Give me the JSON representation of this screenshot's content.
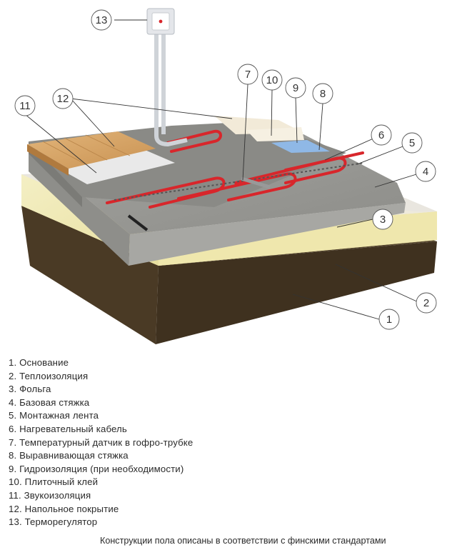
{
  "callouts": [
    "1",
    "2",
    "3",
    "4",
    "5",
    "6",
    "7",
    "8",
    "9",
    "10",
    "11",
    "12",
    "13"
  ],
  "legend": [
    "1. Основание",
    "2. Теплоизоляция",
    "3. Фольга",
    "4. Базовая стяжка",
    "5. Монтажная лента",
    "6. Нагревательный кабель",
    "7. Температурный датчик в гофро-трубке",
    "8. Выравнивающая стяжка",
    "9. Гидроизоляция (при необходимости)",
    "10. Плиточный клей",
    "11. Звукоизоляция",
    "12. Напольное покрытие",
    "13. Терморегулятор"
  ],
  "footnote": "Конструкции пола описаны в соответствии с финскими стандартами",
  "colors": {
    "soil": "#5b4a32",
    "insulation": "#efe8b0",
    "foil": "#e9e6df",
    "base_screed": "#9b9b97",
    "leveling_screed": "#858580",
    "cable": "#d8262b",
    "wood": "#d9a86a",
    "tile": "#efe6d2",
    "waterproofing": "#8fb8e6"
  }
}
